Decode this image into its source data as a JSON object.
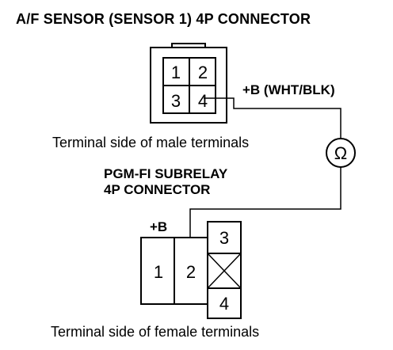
{
  "title": "A/F SENSOR (SENSOR 1) 4P CONNECTOR",
  "male_connector": {
    "terminals": [
      "1",
      "2",
      "3",
      "4"
    ],
    "caption": "Terminal side of male terminals"
  },
  "wire_label": "+B (WHT/BLK)",
  "meter_symbol": "Ω",
  "relay_connector": {
    "title_line1": "PGM-FI SUBRELAY",
    "title_line2": "4P CONNECTOR",
    "plus_b": "+B",
    "terminals": [
      "1",
      "2",
      "3",
      "4"
    ],
    "caption": "Terminal side of female terminals"
  },
  "colors": {
    "ink": "#000000",
    "background": "#ffffff"
  }
}
